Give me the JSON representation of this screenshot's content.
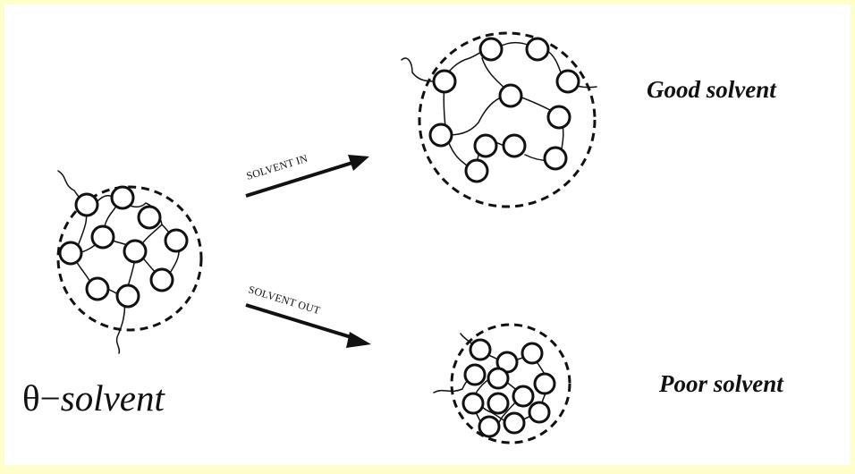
{
  "labels": {
    "good_solvent": "Good solvent",
    "poor_solvent": "Poor solvent",
    "theta_symbol": "θ",
    "theta_dash": "−",
    "theta_word": "solvent"
  },
  "arrows": {
    "solvent_in": "SOLVENT IN",
    "solvent_out": "SOLVENT OUT"
  },
  "colors": {
    "page_border": "#FFFFCC",
    "canvas": "#FFFFFF",
    "ink": "#111111"
  }
}
